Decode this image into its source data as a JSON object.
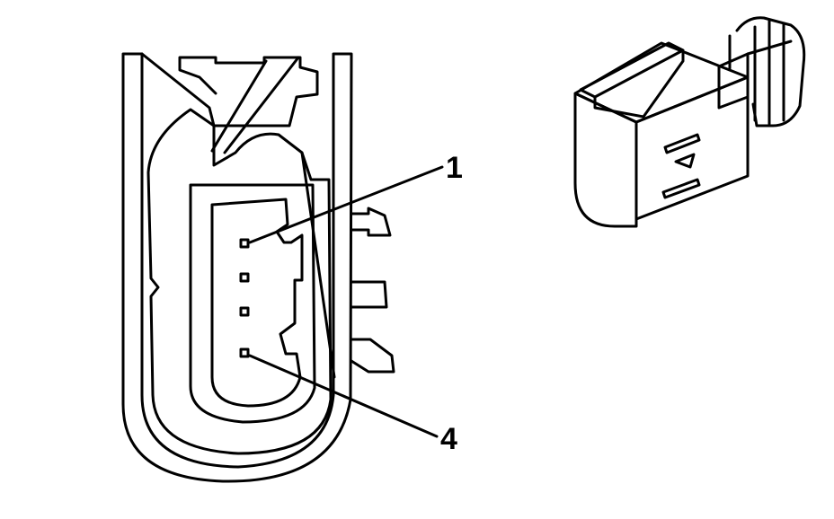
{
  "diagram": {
    "callouts": [
      {
        "id": "pin-1",
        "label": "1"
      },
      {
        "id": "pin-4",
        "label": "4"
      }
    ],
    "colors": {
      "line": "#000000",
      "background": "#ffffff"
    }
  }
}
